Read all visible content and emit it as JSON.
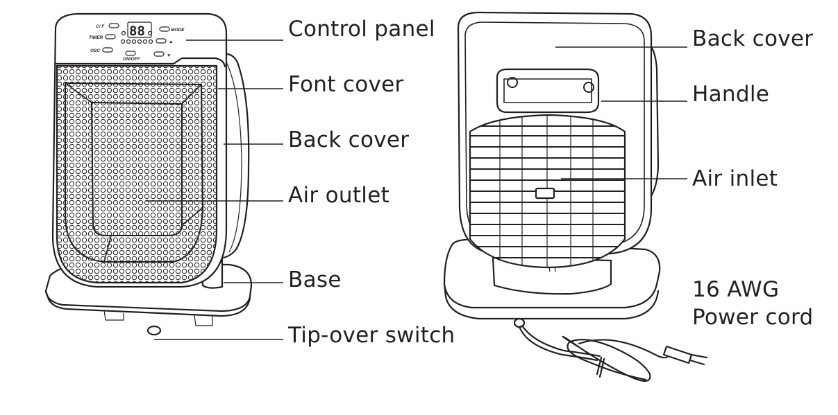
{
  "labels": {
    "control_panel": "Control panel",
    "font_cover": "Font cover",
    "back_cover_left": "Back cover",
    "air_outlet": "Air outlet",
    "base": "Base",
    "tip_over_switch": "Tip-over switch",
    "back_cover_right": "Back cover",
    "handle": "Handle",
    "air_inlet": "Air inlet",
    "power_cord_line1": "16 AWG",
    "power_cord_line2": "Power cord"
  },
  "panel": {
    "ctf": "C/ F",
    "timer": "TIMER",
    "osc": "OSC",
    "on_off": "ON/OFF",
    "mode": "MODE",
    "display": "88"
  },
  "colors": {
    "line": "#231f20",
    "background": "#ffffff"
  }
}
